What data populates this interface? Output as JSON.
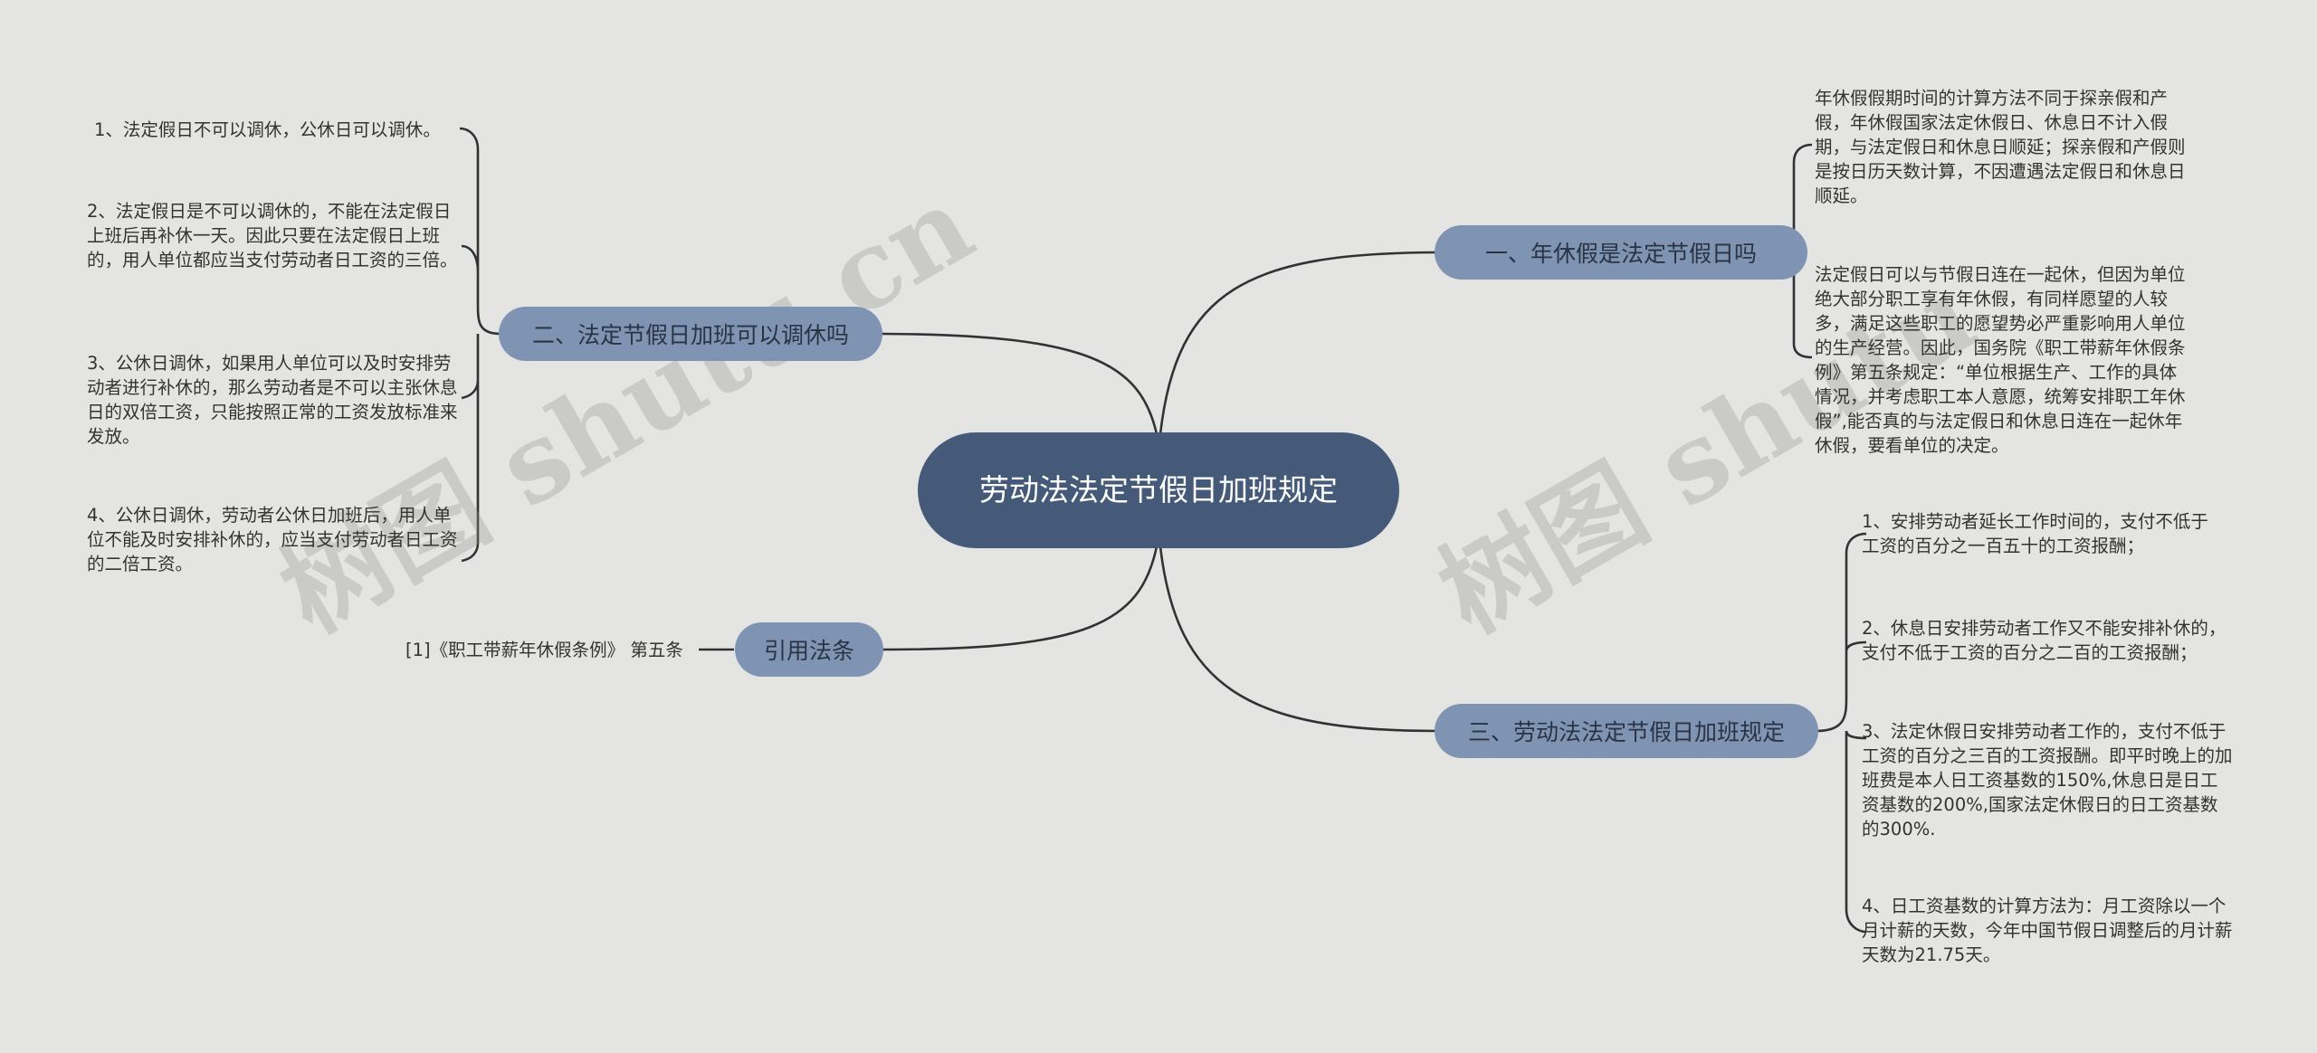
{
  "watermark": "树图 shutu.cn",
  "watermark_right": "树图 shutu",
  "root": {
    "label": "劳动法法定节假日加班规定"
  },
  "branches": {
    "annual_leave": {
      "label": "一、年休假是法定节假日吗",
      "items": [
        "年休假假期时间的计算方法不同于探亲假和产假，年休假国家法定休假日、休息日不计入假期，与法定假日和休息日顺延；探亲假和产假则是按日历天数计算，不因遭遇法定假日和休息日顺延。",
        "法定假日可以与节假日连在一起休，但因为单位绝大部分职工享有年休假，有同样愿望的人较多，满足这些职工的愿望势必严重影响用人单位的生产经营。因此，国务院《职工带薪年休假条例》第五条规定：“单位根据生产、工作的具体情况，并考虑职工本人意愿，统筹安排职工年休假”,能否真的与法定假日和休息日连在一起休年休假，要看单位的决定。"
      ]
    },
    "holiday_overtime": {
      "label": "二、法定节假日加班可以调休吗",
      "items": [
        "1、法定假日不可以调休，公休日可以调休。",
        "2、法定假日是不可以调休的，不能在法定假日上班后再补休一天。因此只要在法定假日上班的，用人单位都应当支付劳动者日工资的三倍。",
        "3、公休日调休，如果用人单位可以及时安排劳动者进行补休的，那么劳动者是不可以主张休息日的双倍工资，只能按照正常的工资发放标准来发放。",
        "4、公休日调休，劳动者公休日加班后，用人单位不能及时安排补休的，应当支付劳动者日工资的二倍工资。"
      ]
    },
    "labor_law": {
      "label": "三、劳动法法定节假日加班规定",
      "items": [
        "1、安排劳动者延长工作时间的，支付不低于工资的百分之一百五十的工资报酬；",
        "2、休息日安排劳动者工作又不能安排补休的，支付不低于工资的百分之二百的工资报酬；",
        "3、法定休假日安排劳动者工作的，支付不低于工资的百分之三百的工资报酬。即平时晚上的加班费是本人日工资基数的150%,休息日是日工资基数的200%,国家法定休假日的日工资基数的300%.",
        "4、日工资基数的计算方法为：月工资除以一个月计薪的天数，今年中国节假日调整后的月计薪天数为21.75天。"
      ]
    },
    "citation": {
      "label": "引用法条",
      "items": [
        "[1]《职工带薪年休假条例》 第五条"
      ]
    }
  }
}
